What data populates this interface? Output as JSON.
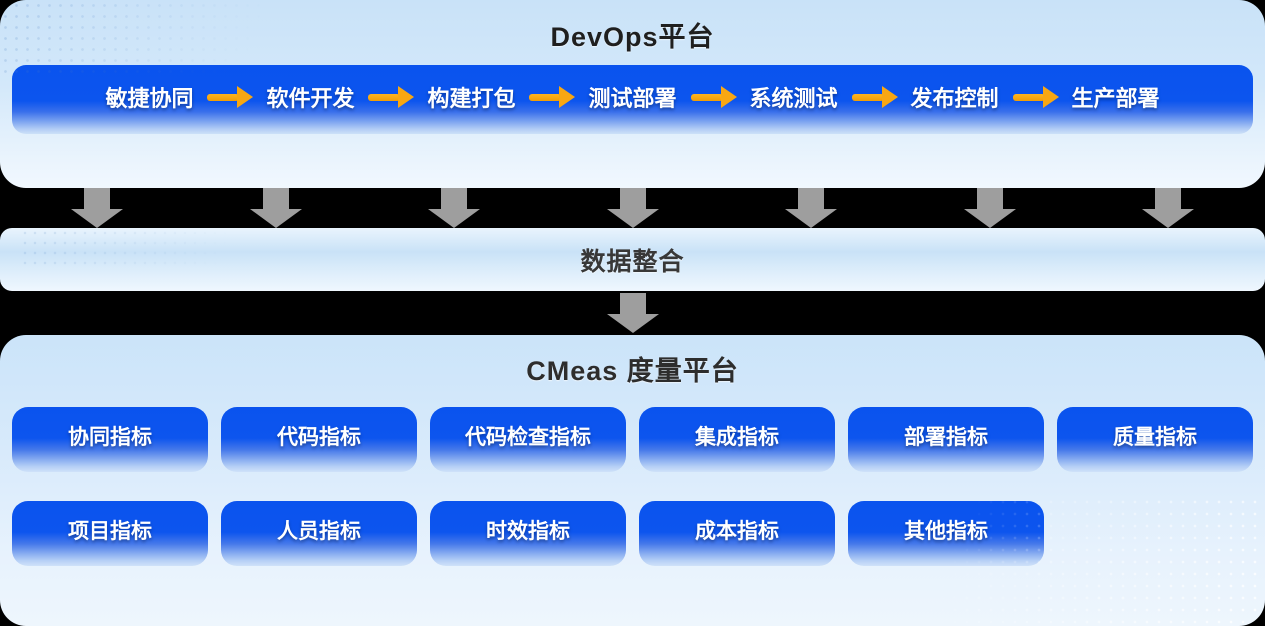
{
  "devops": {
    "title": "DevOps平台",
    "stages": [
      "敏捷协同",
      "软件开发",
      "构建打包",
      "测试部署",
      "系统测试",
      "发布控制",
      "生产部署"
    ]
  },
  "integration": {
    "title": "数据整合"
  },
  "cmeas": {
    "title": "CMeas 度量平台",
    "metrics_row1": [
      "协同指标",
      "代码指标",
      "代码检查指标",
      "集成指标",
      "部署指标",
      "质量指标"
    ],
    "metrics_row2": [
      "项目指标",
      "人员指标",
      "时效指标",
      "成本指标",
      "其他指标"
    ]
  },
  "icons": {
    "flow_arrow": "right-arrow-icon",
    "down_arrow": "down-arrow-icon"
  },
  "colors": {
    "pipeline_blue": "#0B55EE",
    "arrow_orange": "#F8A713",
    "arrow_gray": "#9E9E9E",
    "panel_light_blue": "#CDE5F9",
    "background": "#000000",
    "title_text": "#1F1F1F",
    "stage_text": "#FFFFFF"
  }
}
